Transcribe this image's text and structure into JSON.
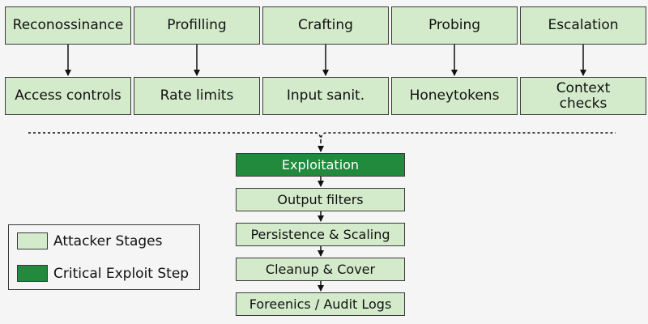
{
  "colors": {
    "attacker_stage_fill": "#d4ebcb",
    "critical_step_fill": "#218a3c",
    "outline": "#3b3b3b",
    "background": "#f5f5f5"
  },
  "stages": [
    {
      "stage": "Reconossinance",
      "control": "Access controls"
    },
    {
      "stage": "Profilling",
      "control": "Rate limits"
    },
    {
      "stage": "Crafting",
      "control": "Input sanit."
    },
    {
      "stage": "Probing",
      "control": "Honeytokens"
    },
    {
      "stage": "Escalation",
      "control": "Context checks"
    }
  ],
  "flow": [
    "Exploitation",
    "Output filters",
    "Persistence & Scaling",
    "Cleanup & Cover",
    "Foreenics / Audit Logs"
  ],
  "legend": {
    "attacker": "Attacker Stages",
    "critical": "Critical Exploit Step"
  }
}
